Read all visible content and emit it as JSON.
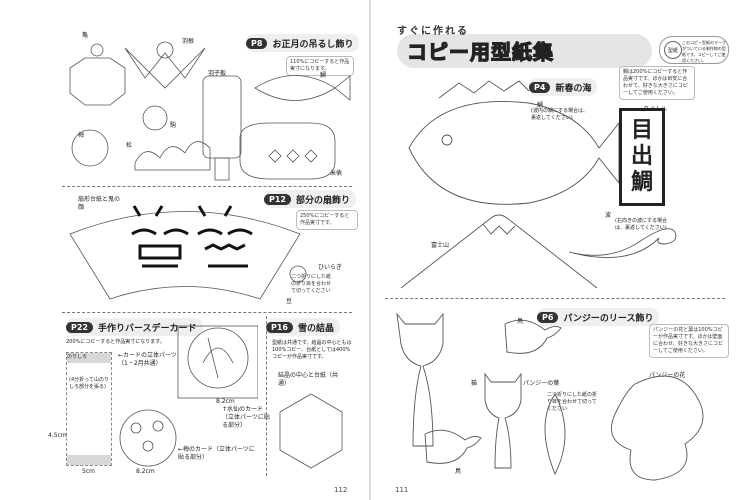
{
  "left_page": {
    "page_number": "112",
    "sections": [
      {
        "page": "P8",
        "title": "お正月の吊るし飾り",
        "note": "110%にコピーすると作品実寸になります。"
      },
      {
        "page": "P12",
        "title": "部分の扇飾り",
        "note": "250%にコピーすると作品実寸です。"
      },
      {
        "page": "P22",
        "title": "手作りバースデーカード",
        "note": "200%にコピーすると作品実寸になります。"
      },
      {
        "page": "P16",
        "title": "雪の結晶",
        "note": "型紙は共通です。結晶の中心ともは100%コピー、台紙としては400%コピーが作品実寸です。"
      }
    ],
    "labels": {
      "kame": "亀",
      "hane": "羽根",
      "hagoita": "羽子板",
      "tai": "鯛",
      "ume": "梅",
      "matsu": "松",
      "koma": "駒",
      "kome": "米俵",
      "fan": "扇形台紙と鬼の顔",
      "hiiragi": "ひいらぎ",
      "mame": "豆",
      "fold_note": "二つ折りにした紙の折り目を合わせて切ってください",
      "card_parts": "←カードの立体パーツ（1・2月共通）",
      "suisen_card": "↑水仙のカード（立体パーツに貼る部分）",
      "ume_card": "←梅のカード（立体パーツに貼る部分）",
      "yuki": "結晶の中心と台紙（共通）",
      "dim_45": "4.5cm",
      "dim_5": "5cm",
      "dim_82a": "8.2cm",
      "dim_82b": "8.2cm",
      "strip_top": "のりしろ",
      "strip_note": "(4分折って山のりしろ部分を張る)"
    }
  },
  "right_page": {
    "page_number": "111",
    "banner_sub": "すぐに作れる",
    "banner_title": "コピー用型紙集",
    "banner_note": "このコピー型紙のマークがついている制作物の型紙です。コピーしてご使用ください。",
    "badge": "型紙",
    "sections": [
      {
        "page": "P4",
        "title": "新春の海",
        "note": "鯛は200%にコピーすると作品実寸です。ほかは目安に合わせて、好きな大きさにコピーしてご使用ください。"
      },
      {
        "page": "P6",
        "title": "パンジーのリース飾り",
        "note": "パンジーの花と葉は100%コピーが作品実寸です。ほかは壁面に合わせ、好きな大きさにコピーしてご使用ください。"
      }
    ],
    "labels": {
      "tai": "鯛",
      "tai_note": "(波内の鯛にする場合は、裏返してください)",
      "title_tag": "タイトル",
      "vtitle": [
        "目",
        "出",
        "鯛"
      ],
      "nami": "波",
      "nami_note": "(右向きの波にする場合は、裏返してください)",
      "fuji": "富士山",
      "tori1": "鳥",
      "neko": "猫",
      "tori2": "鳥",
      "hana": "パンジーの花",
      "ha": "パンジーの葉",
      "fold_note": "二つ折りにした紙の折り目を合わせて切ってください"
    }
  }
}
